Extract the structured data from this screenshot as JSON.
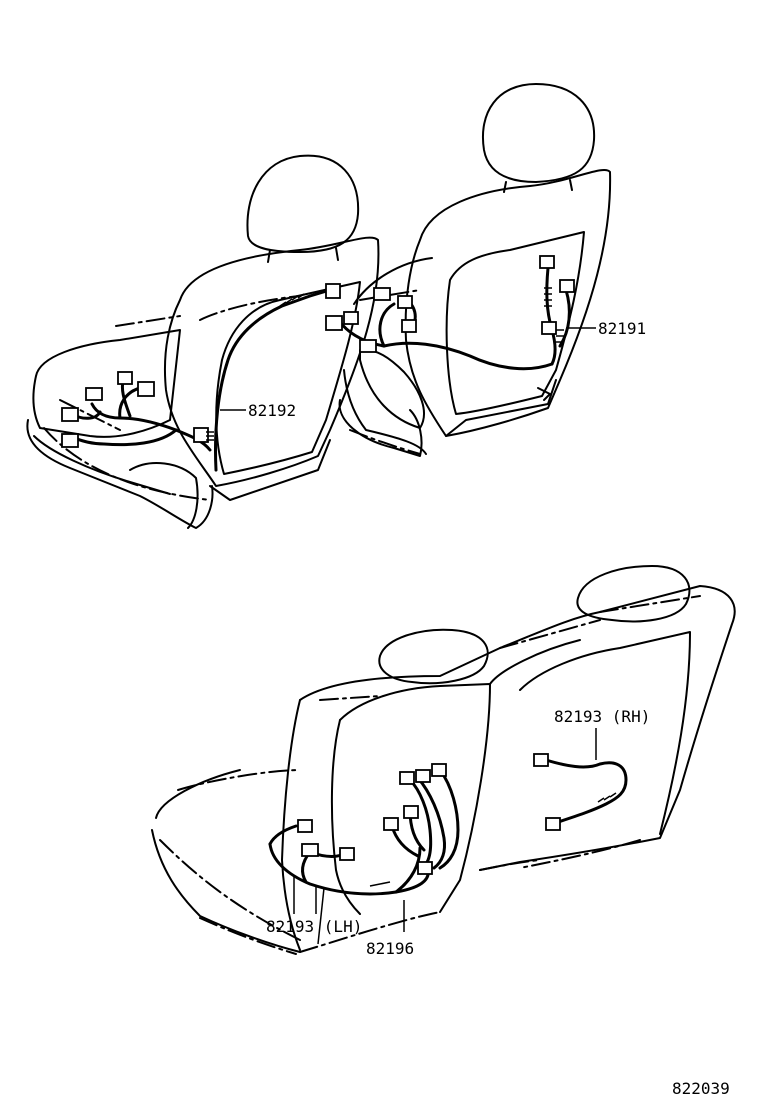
{
  "labels": {
    "p82191": "82191",
    "p82192": "82192",
    "p82193_rh": "82193 (RH)",
    "p82193_lh": "82193 (LH)",
    "p82196": "82196",
    "diagram_code": "822039"
  }
}
